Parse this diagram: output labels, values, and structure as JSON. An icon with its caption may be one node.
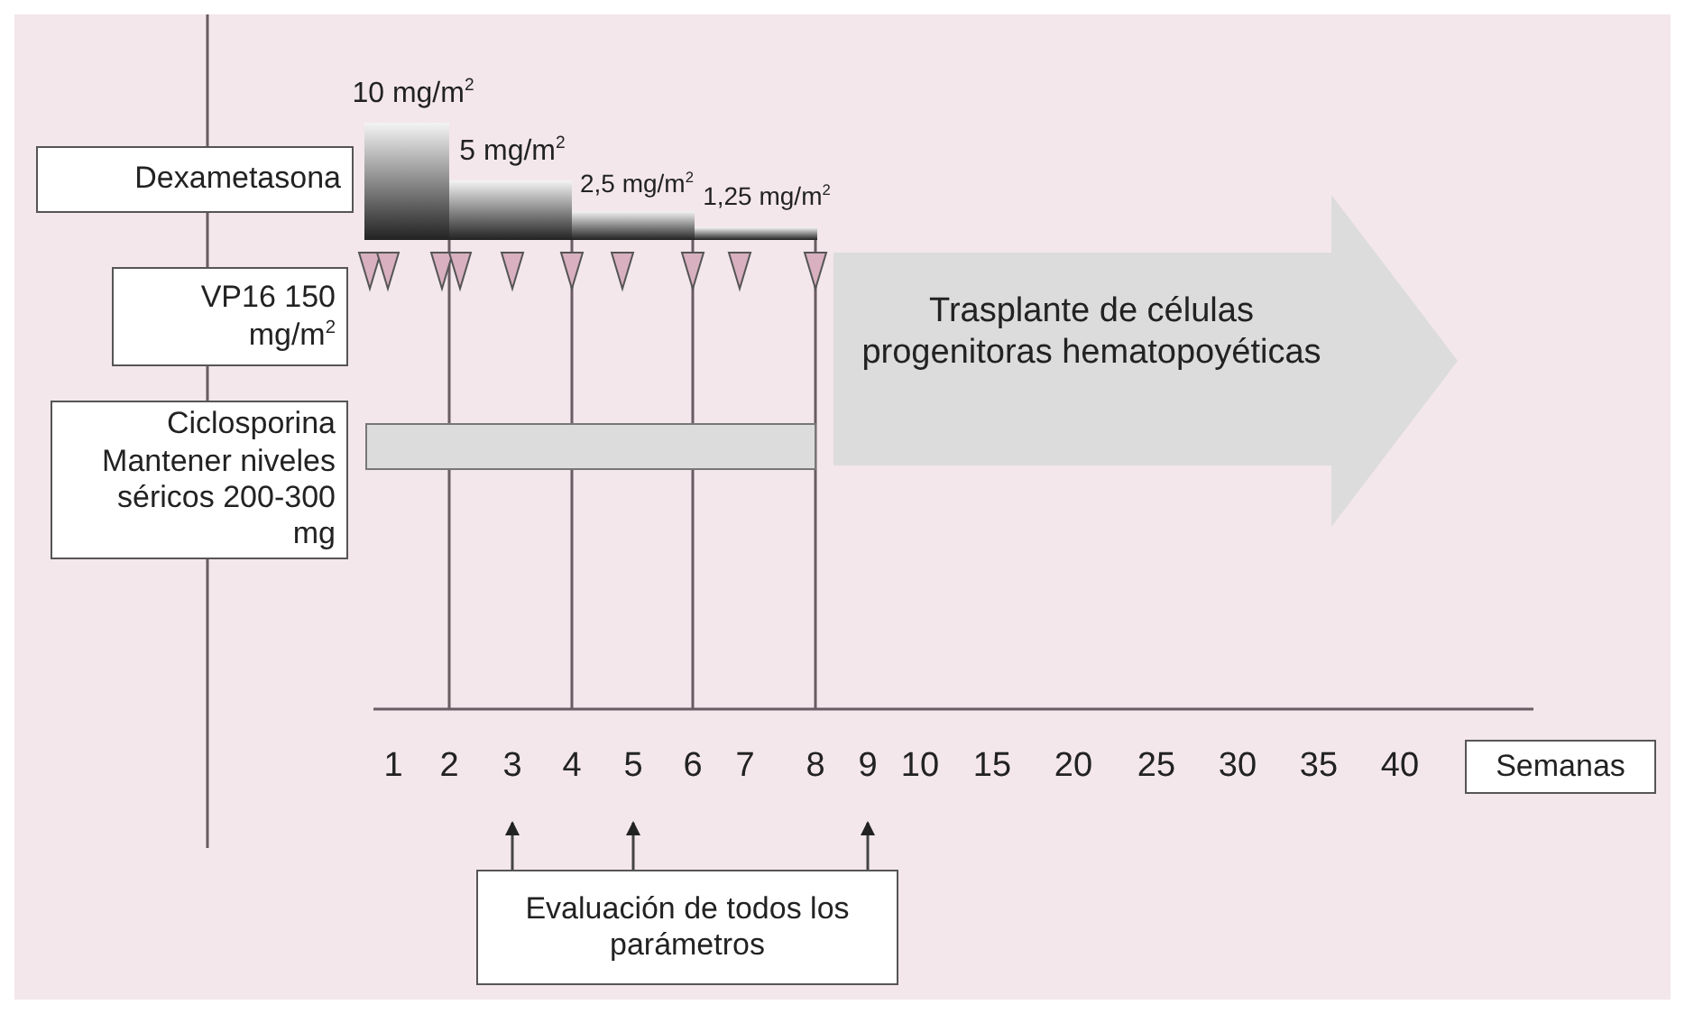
{
  "diagram": {
    "nodes": [
      {
        "text": [
          "Dexametasona"
        ]
      },
      {
        "text": [
          "VP16 150 mg/m$^{2}$"
        ]
      },
      {
        "text": [
          "Ciclosporina Mantener niveles séricos 200-300 mg"
        ]
      },
      {
        "text": [
          "Trasplante de células progenitoras hematopoyéticas"
        ]
      },
      {
        "text": [
          "Semanas"
        ]
      },
      {
        "text": [
          "Evaluación de todos los parámetros"
        ]
      }
    ],
    "edges": [
      {
        "from": 5,
        "to": null,
        "arrow": "to"
      },
      {
        "from": 5,
        "to": null,
        "arrow": "to"
      },
      {
        "from": 5,
        "to": null,
        "arrow": "to"
      }
    ],
    "labels": [
      "10 mg/m$^{2}$",
      "5 mg/m$^{2}$",
      "2,5 mg/m$^{2}$",
      "1,25 mg/m$^{2}$",
      "1",
      "2",
      "3",
      "4",
      "5",
      "6",
      "7",
      "8",
      "9",
      "10",
      "15",
      "20",
      "25",
      "30",
      "35",
      "40"
    ]
  }
}
